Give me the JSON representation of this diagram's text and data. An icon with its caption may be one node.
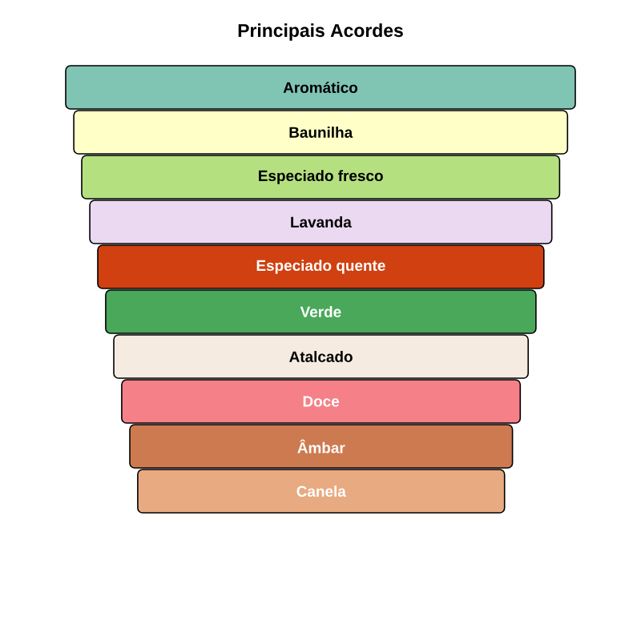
{
  "diagram": {
    "title": "Principais Acordes",
    "nodes": [
      {
        "text": [
          "Aromático"
        ]
      },
      {
        "text": [
          "Baunilha"
        ]
      },
      {
        "text": [
          "Especiado fresco"
        ]
      },
      {
        "text": [
          "Lavanda"
        ]
      },
      {
        "text": [
          "Especiado quente"
        ]
      },
      {
        "text": [
          "Verde"
        ]
      },
      {
        "text": [
          "Atalcado"
        ]
      },
      {
        "text": [
          "Doce"
        ]
      },
      {
        "text": [
          "Âmbar"
        ]
      },
      {
        "text": [
          "Canela"
        ]
      }
    ]
  }
}
